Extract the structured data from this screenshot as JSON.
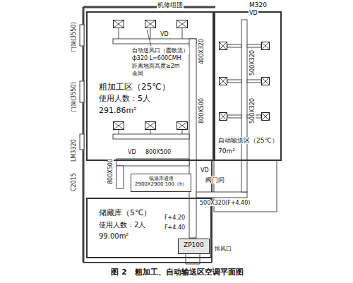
{
  "diagram": {
    "caption": "图 2　粗加工、自动输送区空调平面图",
    "nodes": [
      {
        "text": [
          "粗加工区（25℃）",
          "使用人数：5人",
          "291.86m²"
        ]
      },
      {
        "text": [
          "自动输送区（25℃）",
          "70m²"
        ]
      },
      {
        "text": [
          "低温库通道",
          "2900X2900 100（h）"
        ]
      },
      {
        "text": [
          "储藏库（5℃）",
          "使用人数：2人",
          "99.00m²"
        ]
      },
      {
        "text": [
          "ZP100"
        ],
        "in": 3
      }
    ],
    "labels": [
      "机修组团",
      "M320",
      "自动送风口（圆散流）",
      "ф320 L=600CMH",
      "距离地面高度≥2m",
      "余同",
      "400X320",
      "800X500",
      "800X500",
      "800X500",
      "500X320",
      "500X320",
      "500X320(F+4.40)",
      "F+4.40",
      "F+4.20",
      "VD",
      "VD",
      "VD",
      "VD",
      "阀门间",
      "门洞(3550)",
      "门洞(3550)",
      "LM3320",
      "C2015",
      "排风口"
    ]
  }
}
